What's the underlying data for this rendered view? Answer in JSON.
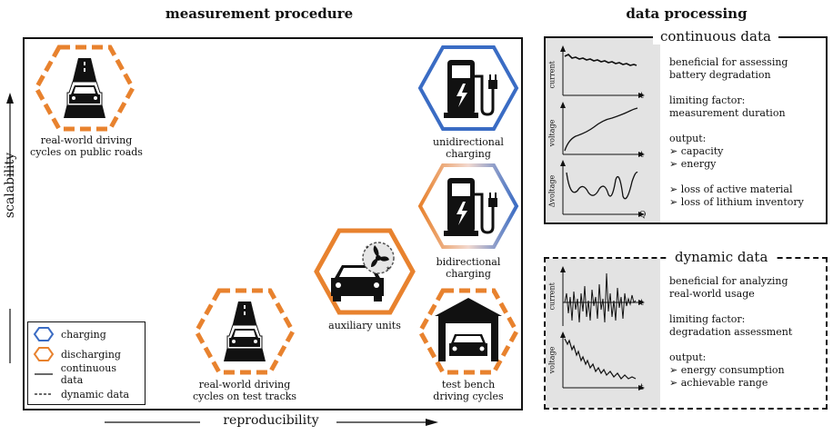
{
  "left_title": "measurement procedure",
  "right_title": "data processing",
  "axes": {
    "y_label": "scalability",
    "x_label": "reproducibility"
  },
  "colors": {
    "charging": "#3a6cc4",
    "discharging": "#e8822e",
    "panel_gray": "#e3e3e3"
  },
  "legend": {
    "charging": "charging",
    "discharging": "discharging",
    "continuous": "continuous data",
    "dynamic": "dynamic data"
  },
  "nodes": {
    "real_world_roads": {
      "line1": "real-world driving",
      "line2": "cycles on public roads",
      "icon": "road-car-icon"
    },
    "unidirectional": {
      "line1": "unidirectional",
      "line2": "charging",
      "icon": "charging-station-icon"
    },
    "bidirectional": {
      "line1": "bidirectional",
      "line2": "charging",
      "icon": "charging-station-icon"
    },
    "auxiliary": {
      "line1": "auxiliary units",
      "icon": "car-fan-icon"
    },
    "test_tracks": {
      "line1": "real-world driving",
      "line2": "cycles on test tracks",
      "icon": "road-car-icon"
    },
    "test_bench": {
      "line1": "test bench",
      "line2": "driving cycles",
      "icon": "garage-car-icon"
    }
  },
  "continuous_panel": {
    "title": "continuous data",
    "mini_plots": [
      {
        "ylabel": "current",
        "xlabel": "t"
      },
      {
        "ylabel": "voltage",
        "xlabel": "t"
      },
      {
        "ylabel": "Δvoltage",
        "xlabel": "Q"
      }
    ],
    "beneficial_l1": "beneficial for assessing",
    "beneficial_l2": "battery degradation",
    "limiting_l1": "limiting factor:",
    "limiting_l2": "measurement duration",
    "output_label": "output:",
    "outputs": [
      "capacity",
      "energy"
    ],
    "outputs2": [
      "loss of active material",
      "loss of lithium inventory"
    ]
  },
  "dynamic_panel": {
    "title": "dynamic data",
    "mini_plots": [
      {
        "ylabel": "current",
        "xlabel": "t"
      },
      {
        "ylabel": "voltage",
        "xlabel": "t"
      }
    ],
    "beneficial_l1": "beneficial for analyzing",
    "beneficial_l2": "real-world usage",
    "limiting_l1": "limiting factor:",
    "limiting_l2": "degradation assessment",
    "output_label": "output:",
    "outputs": [
      "energy consumption",
      "achievable range"
    ]
  }
}
